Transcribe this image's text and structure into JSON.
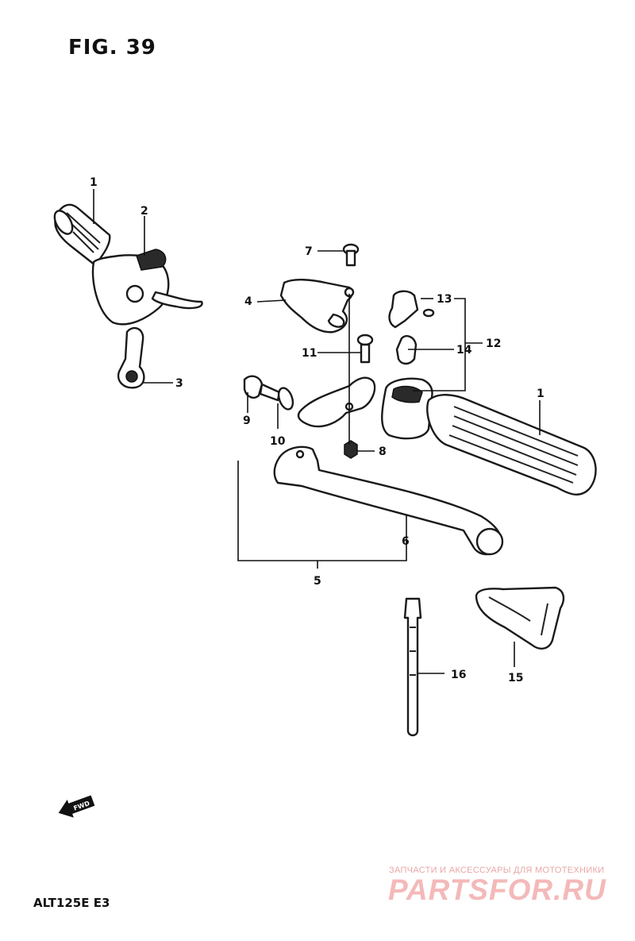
{
  "figure": {
    "title": "FIG. 39",
    "model": "ALT125E  E3"
  },
  "callouts": [
    {
      "id": "c1a",
      "label": "1"
    },
    {
      "id": "c2",
      "label": "2"
    },
    {
      "id": "c3",
      "label": "3"
    },
    {
      "id": "c4",
      "label": "4"
    },
    {
      "id": "c5",
      "label": "5"
    },
    {
      "id": "c6",
      "label": "6"
    },
    {
      "id": "c7",
      "label": "7"
    },
    {
      "id": "c8",
      "label": "8"
    },
    {
      "id": "c9",
      "label": "9"
    },
    {
      "id": "c10",
      "label": "10"
    },
    {
      "id": "c11",
      "label": "11"
    },
    {
      "id": "c12",
      "label": "12"
    },
    {
      "id": "c13",
      "label": "13"
    },
    {
      "id": "c14",
      "label": "14"
    },
    {
      "id": "c1b",
      "label": "1"
    },
    {
      "id": "c15",
      "label": "15"
    },
    {
      "id": "c16",
      "label": "16"
    }
  ],
  "direction_arrow": {
    "label": "FWD",
    "icon": "forward-arrow-icon"
  },
  "watermark": {
    "tagline": "ЗАПЧАСТИ И АКСЕССУАРЫ ДЛЯ МОТОТЕХНИКИ",
    "logo": "PARTSFOR.RU",
    "color": "#f4b9b9"
  }
}
